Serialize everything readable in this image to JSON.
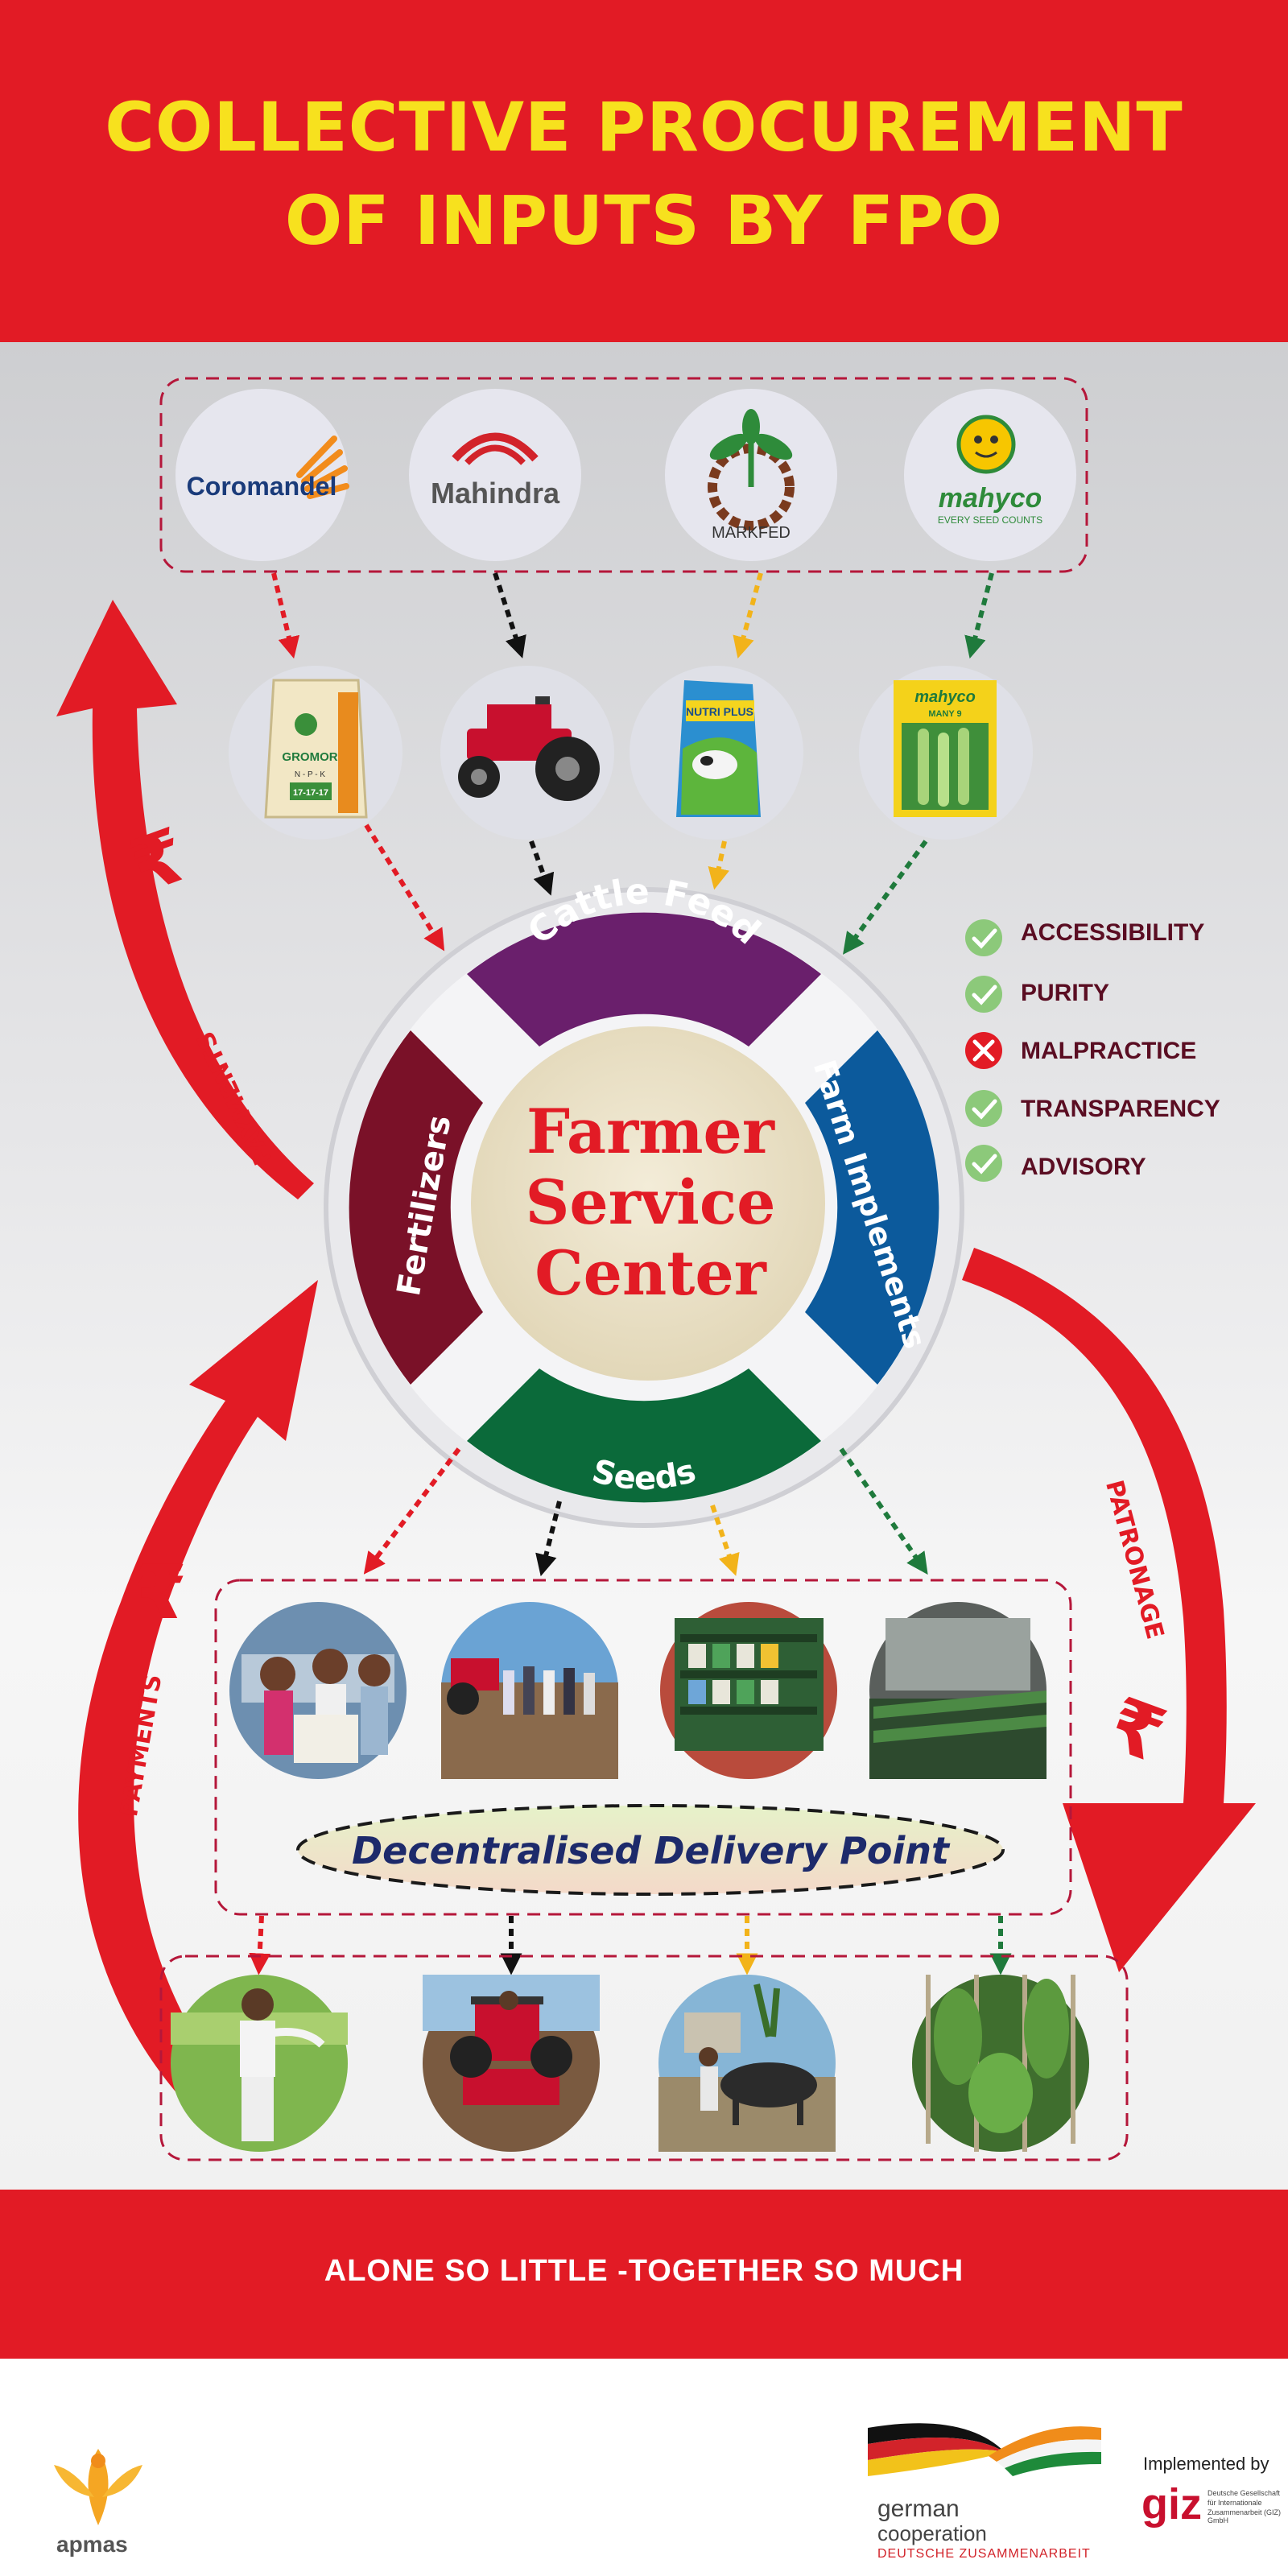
{
  "header": {
    "title_line1": "COLLECTIVE PROCUREMENT",
    "title_line2": "OF INPUTS BY FPO"
  },
  "suppliers": [
    {
      "name": "Coromandel",
      "icon": "sun-rays-logo-icon"
    },
    {
      "name": "Mahindra",
      "icon": "mahindra-logo-icon"
    },
    {
      "name": "MARKFED",
      "icon": "plant-gear-logo-icon"
    },
    {
      "name": "mahyco",
      "tagline": "EVERY SEED COUNTS",
      "icon": "mascot-logo-icon"
    }
  ],
  "products": [
    {
      "icon": "fertilizer-bag-icon",
      "bag_title": "GROMOR",
      "bag_sub1": "N - P - K",
      "bag_sub2": "17-17-17"
    },
    {
      "icon": "tractor-icon"
    },
    {
      "icon": "cattle-feed-bag-icon",
      "bag_title": "NUTRI PLUS"
    },
    {
      "icon": "seed-packet-icon",
      "bag_title": "mahyco",
      "bag_sub1": "MANY 9"
    }
  ],
  "center": {
    "title_line1": "Farmer",
    "title_line2": "Service",
    "title_line3": "Center",
    "segments": {
      "top": "Cattle Feed",
      "right": "Farm Implements",
      "bottom": "Seeds",
      "left": "Fertilizers"
    }
  },
  "checklist": [
    {
      "label": "ACCESSIBILITY",
      "status": "check"
    },
    {
      "label": "PURITY",
      "status": "check"
    },
    {
      "label": "MALPRACTICE",
      "status": "cross"
    },
    {
      "label": "TRANSPARENCY",
      "status": "check"
    },
    {
      "label": "ADVISORY",
      "status": "check"
    }
  ],
  "flows": {
    "payments_upper": "PAYMENTS",
    "payments_lower": "PAYMENTS",
    "patronage": "PATRONAGE",
    "currency_symbol": "₹"
  },
  "delivery": {
    "label": "Decentralised Delivery Point",
    "photos": [
      "fertilizer-distribution-photo",
      "tractor-gathering-photo",
      "input-shop-photo",
      "seedling-nursery-photo"
    ]
  },
  "farmers": {
    "photos": [
      "farmer-spreading-fertilizer-photo",
      "tractor-rotavator-photo",
      "cattle-photo",
      "crop-field-photo"
    ]
  },
  "footer": {
    "tagline": "ALONE SO LITTLE -TOGETHER SO MUCH",
    "apmas": "apmas",
    "german_line1": "german",
    "german_line2": "cooperation",
    "german_line3": "DEUTSCHE ZUSAMMENARBEIT",
    "implemented_by": "Implemented by",
    "giz": "giz",
    "giz_line1": "Deutsche Gesellschaft",
    "giz_line2": "für Internationale",
    "giz_line3": "Zusammenarbeit (GIZ) GmbH"
  },
  "colors": {
    "red": "#e21b25",
    "yellow": "#f7e11e",
    "maroon": "#7a1128",
    "purple": "#6a1f6c",
    "blue": "#0c5a9c",
    "green": "#0b6a3a",
    "arrow_orange": "#f2b31a",
    "arrow_green": "#1f7a3c"
  }
}
